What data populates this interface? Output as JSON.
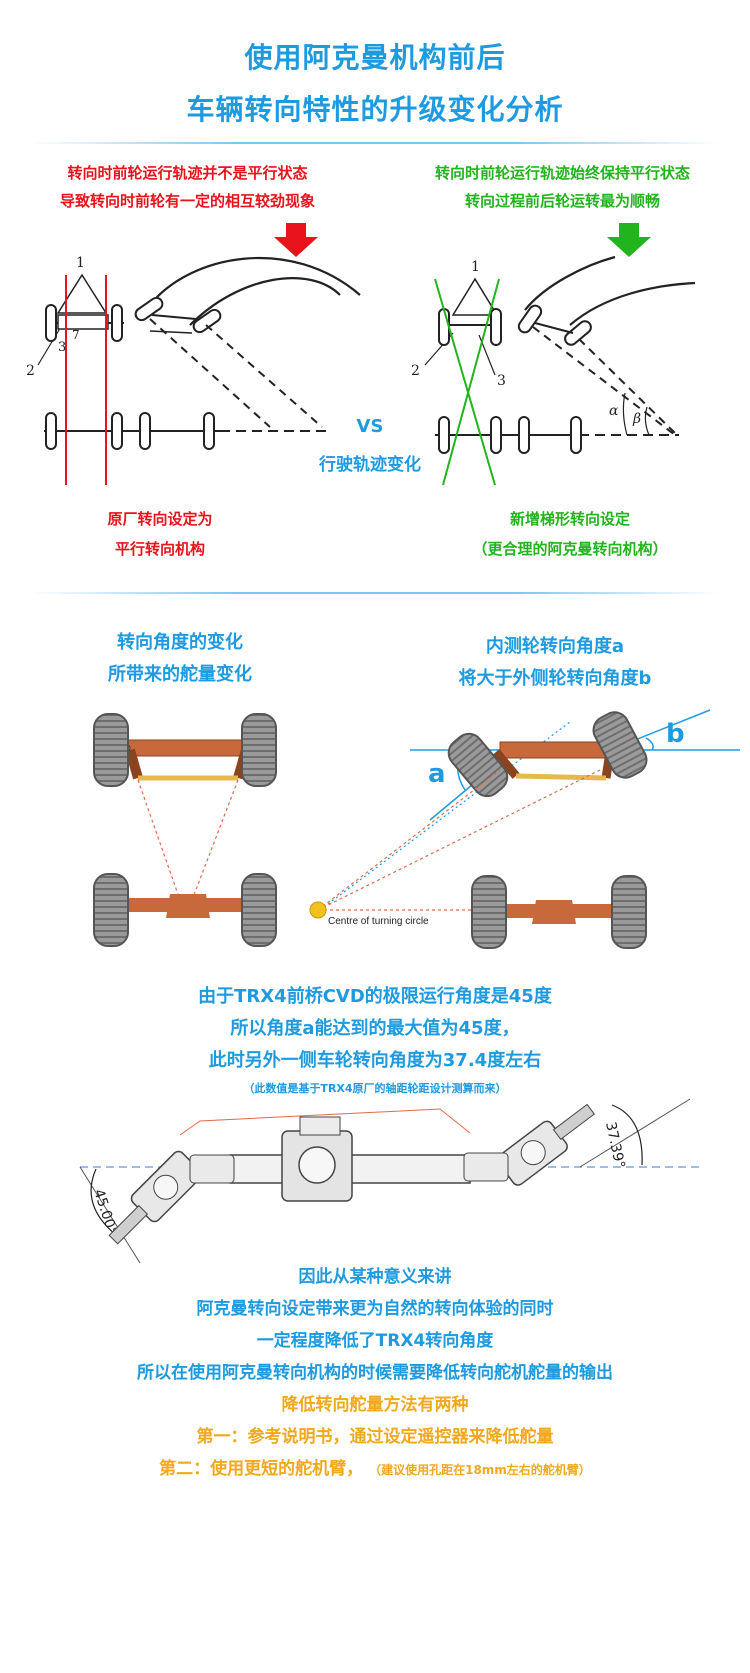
{
  "header": {
    "line1": "使用阿克曼机构前后",
    "line2": "车辆转向特性的升级变化分析"
  },
  "left_diagram": {
    "caption_line1": "转向时前轮运行轨迹并不是平行状态",
    "caption_line2": "导致转向时前轮有一定的相互较劲现象",
    "label_line1": "原厂转向设定为",
    "label_line2": "平行转向机构",
    "num_1": "1",
    "num_2": "2",
    "num_3": "3",
    "num_7": "7"
  },
  "right_diagram": {
    "caption_line1": "转向时前轮运行轨迹始终保持平行状态",
    "caption_line2": "转向过程前后轮运转最为顺畅",
    "label_line1": "新增梯形转向设定",
    "label_line2": "（更合理的阿克曼转向机构）",
    "num_1": "1",
    "num_2": "2",
    "num_3": "3",
    "alpha": "α",
    "beta": "β"
  },
  "vs": {
    "vs_label": "VS",
    "vs_caption": "行驶轨迹变化"
  },
  "section2": {
    "left_line1": "转向角度的变化",
    "left_line2": "所带来的舵量变化",
    "right_line1": "内测轮转向角度a",
    "right_line2": "将大于外侧轮转向角度b",
    "angle_a": "a",
    "angle_b": "b",
    "turning_circle": "Centre of turning circle"
  },
  "section3": {
    "line1": "由于TRX4前桥CVD的极限运行角度是45度",
    "line2": "所以角度a能达到的最大值为45度，",
    "line3": "此时另外一侧车轮转向角度为37.4度左右",
    "note": "（此数值是基于TRX4原厂的轴距轮距设计测算而来）",
    "angle_left": "45.00°",
    "angle_right": "37.39°"
  },
  "conclusion": {
    "line1": "因此从某种意义来讲",
    "line2": "阿克曼转向设定带来更为自然的转向体验的同时",
    "line3": "一定程度降低了TRX4转向角度",
    "line4": "所以在使用阿克曼转向机构的时候需要降低转向舵机舵量的输出",
    "line5": "降低转向舵量方法有两种",
    "line6": "第一：参考说明书，通过设定遥控器来降低舵量",
    "line7_main": "第二：使用更短的舵机臂，",
    "line7_note": "（建议使用孔距在18mm左右的舵机臂）"
  },
  "colors": {
    "blue": "#1e9be0",
    "red": "#e8131b",
    "green": "#22b41c",
    "orange": "#f2a81c",
    "axle": "#c8693c"
  }
}
